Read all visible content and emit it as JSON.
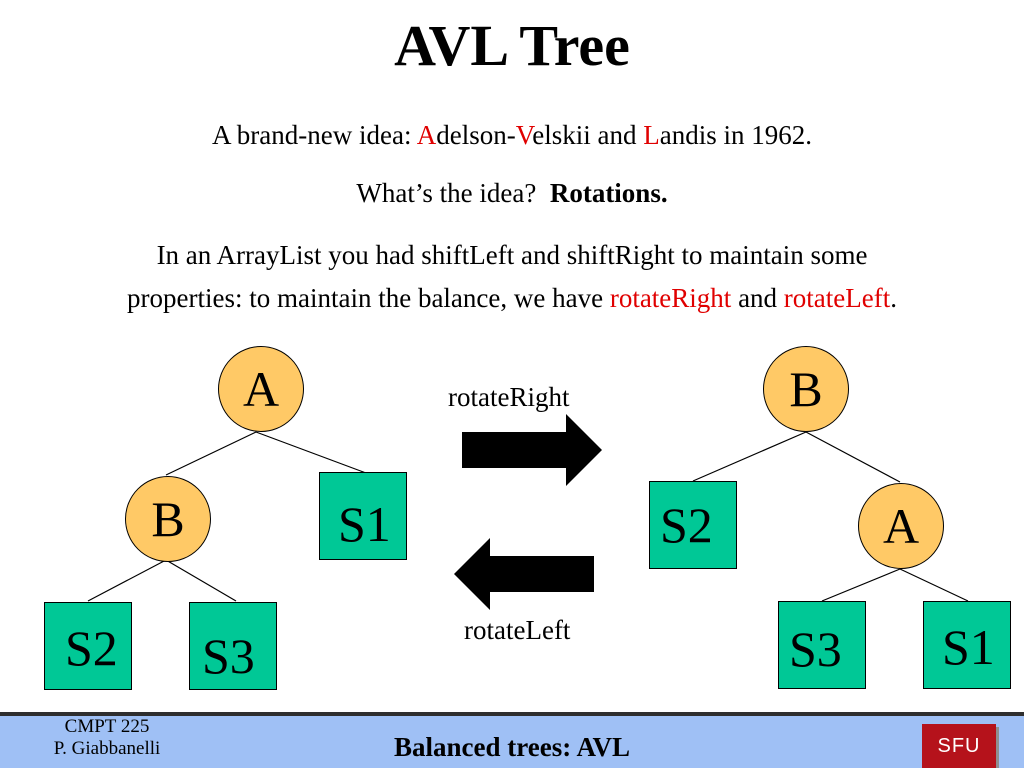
{
  "title": "AVL Tree",
  "intro": {
    "prefix": "A brand-new idea: ",
    "a_letter": "A",
    "a_rest": "delson-",
    "v_letter": "V",
    "v_rest": "elskii and ",
    "l_letter": "L",
    "l_rest": "andis in 1962."
  },
  "question": {
    "text": "What’s the idea?  ",
    "answer": "Rotations."
  },
  "paragraph": {
    "line1": "In an ArrayList you had shiftLeft and shiftRight to maintain some",
    "line2_prefix": "properties: to maintain the balance, we have ",
    "rotate_right": "rotateRight",
    "middle": " and ",
    "rotate_left": "rotateLeft",
    "suffix": "."
  },
  "left_tree": {
    "root": "A",
    "child": "B",
    "right_subtree": "S1",
    "bottom_left": "S2",
    "bottom_right": "S3"
  },
  "right_tree": {
    "root": "B",
    "left_subtree": "S2",
    "child": "A",
    "bottom_left": "S3",
    "bottom_right": "S1"
  },
  "arrows": {
    "right_label": "rotateRight",
    "left_label": "rotateLeft"
  },
  "footer": {
    "course": "CMPT 225",
    "author": "P. Giabbanelli",
    "topic": "Balanced trees: AVL",
    "logo_text": "SFU"
  },
  "colors": {
    "accent_red": "#e00000",
    "node_fill": "#ffc966",
    "subtree_fill": "#00c896",
    "footer_bg": "#9fc0f5",
    "logo_red": "#b5121b"
  }
}
